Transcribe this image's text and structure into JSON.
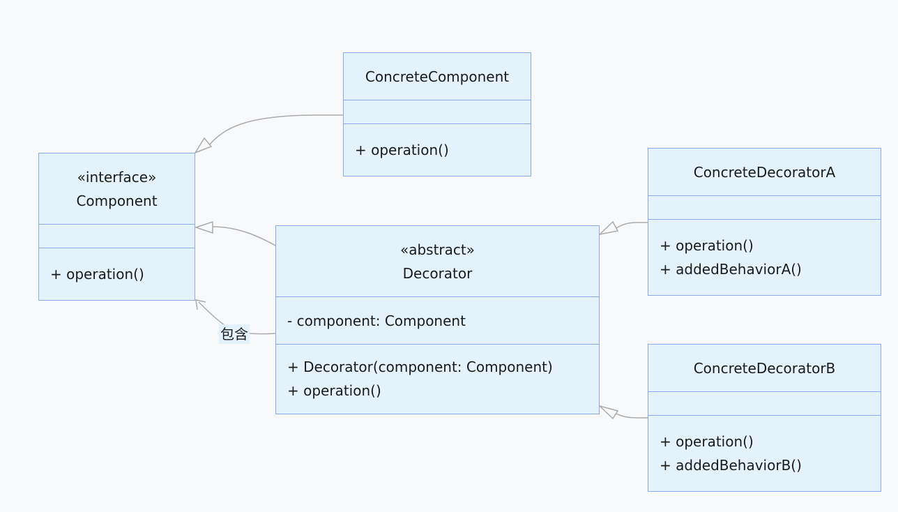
{
  "colors": {
    "background": "#f8f9fb",
    "box_fill": "#e4f3fb",
    "box_border": "#8aa8ee",
    "edge": "#aaaaaa"
  },
  "classes": {
    "component": {
      "stereotype": "«interface»",
      "name": "Component",
      "attributes": [],
      "methods": [
        "+ operation()"
      ]
    },
    "concrete_component": {
      "name": "ConcreteComponent",
      "attributes": [],
      "methods": [
        "+ operation()"
      ]
    },
    "decorator": {
      "stereotype": "«abstract»",
      "name": "Decorator",
      "attributes": [
        "- component: Component"
      ],
      "methods": [
        "+ Decorator(component: Component)",
        "+ operation()"
      ]
    },
    "concrete_decorator_a": {
      "name": "ConcreteDecoratorA",
      "attributes": [],
      "methods": [
        "+ operation()",
        "+ addedBehaviorA()"
      ]
    },
    "concrete_decorator_b": {
      "name": "ConcreteDecoratorB",
      "attributes": [],
      "methods": [
        "+ operation()",
        "+ addedBehaviorB()"
      ]
    }
  },
  "relations": {
    "concrete_component_to_component": "realization",
    "decorator_to_component": "realization",
    "decorator_contains_component": {
      "type": "association",
      "label": "包含"
    },
    "decorator_a_to_decorator": "inheritance",
    "decorator_b_to_decorator": "inheritance"
  }
}
